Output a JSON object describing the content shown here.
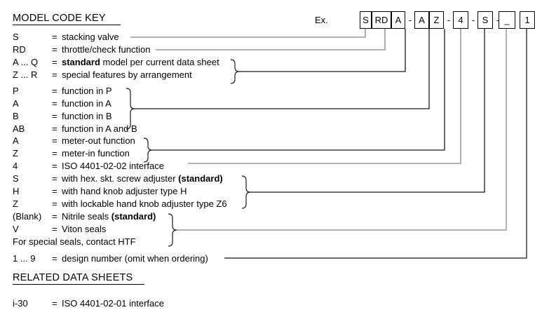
{
  "document": {
    "model_code_key_title": "MODEL CODE KEY",
    "related_title": "RELATED DATA SHEETS",
    "example_label": "Ex."
  },
  "code_example": {
    "parts": [
      {
        "kind": "box",
        "text": "S"
      },
      {
        "kind": "box",
        "text": "RD"
      },
      {
        "kind": "box",
        "text": "A"
      },
      {
        "kind": "dash",
        "text": "-"
      },
      {
        "kind": "box",
        "text": "A"
      },
      {
        "kind": "box",
        "text": "Z"
      },
      {
        "kind": "dash",
        "text": "-"
      },
      {
        "kind": "box",
        "text": "4"
      },
      {
        "kind": "dash",
        "text": "-"
      },
      {
        "kind": "box",
        "text": "S"
      },
      {
        "kind": "dash",
        "text": "-"
      },
      {
        "kind": "box",
        "text": "_"
      },
      {
        "kind": "dash",
        "text": "-"
      },
      {
        "kind": "box",
        "text": "1"
      }
    ],
    "full_code": "S RD A - A Z - 4 - S - _ - 1"
  },
  "legend_rows": [
    {
      "code": "S",
      "eq": "=",
      "desc": "stacking valve"
    },
    {
      "code": "RD",
      "eq": "=",
      "desc": "throttle/check function"
    },
    {
      "code": "A ... Q",
      "eq": "=",
      "desc_bold": "standard",
      "desc_rest": " model per current data sheet"
    },
    {
      "code": "Z ... R",
      "eq": "=",
      "desc": "special features by arrangement"
    },
    {
      "code": "P",
      "eq": "=",
      "desc": "function in P"
    },
    {
      "code": "A",
      "eq": "=",
      "desc": "function in A"
    },
    {
      "code": "B",
      "eq": "=",
      "desc": "function in B"
    },
    {
      "code": "AB",
      "eq": "=",
      "desc": "function in A and B"
    },
    {
      "code": "A",
      "eq": "=",
      "desc": "meter-out function"
    },
    {
      "code": "Z",
      "eq": "=",
      "desc": "meter-in function"
    },
    {
      "code": "4",
      "eq": "=",
      "desc": "ISO 4401-02-02 interface"
    },
    {
      "code": "S",
      "eq": "=",
      "desc_pre": "with hex. skt. screw adjuster ",
      "desc_bold": "(standard)"
    },
    {
      "code": "H",
      "eq": "=",
      "desc": "with hand knob adjuster type H"
    },
    {
      "code": "Z",
      "eq": "=",
      "desc": "with lockable hand knob adjuster type Z6"
    },
    {
      "code": "(Blank)",
      "eq": "=",
      "desc_pre": "Nitrile seals ",
      "desc_bold": "(standard)"
    },
    {
      "code": "V",
      "eq": "=",
      "desc": "Viton seals"
    },
    {
      "code": "",
      "eq": "",
      "desc": "For special seals, contact HTF",
      "nocode": true
    },
    {
      "code": "1 ... 9",
      "eq": "=",
      "desc": "design number (omit when ordering)"
    }
  ],
  "related_rows": [
    {
      "code": "i-30",
      "eq": "=",
      "desc": "ISO 4401-02-01 interface"
    }
  ],
  "colors": {
    "ink": "#000000",
    "leader_gray": "#8c8c8c",
    "leader_dark": "#1a1a1a",
    "page": "#ffffff"
  }
}
